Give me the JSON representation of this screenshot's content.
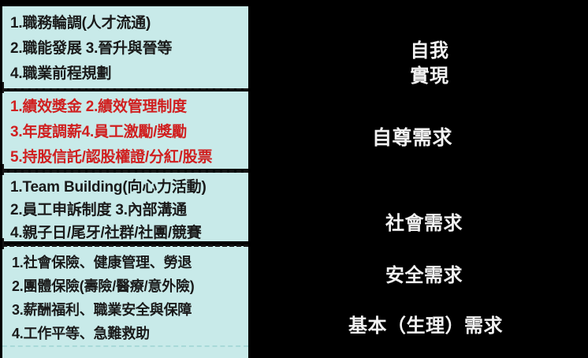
{
  "slide": {
    "background_color": "#000000",
    "panel_color": "#c8eae9",
    "text_color": "#1a1a1a",
    "highlight_color": "#d01f1f",
    "label_color": "#f2f2f2"
  },
  "left_panel": {
    "bands": [
      {
        "id": "self-actualization",
        "highlighted": false,
        "lines": [
          "1.職務輪調(人才流通)",
          "2.職能發展  3.晉升與晉等",
          "4.職業前程規劃"
        ]
      },
      {
        "id": "esteem",
        "highlighted": true,
        "lines": [
          "1.績效獎金  2.績效管理制度",
          "3.年度調薪4.員工激勵/獎勵",
          "5.持股信託/認股權證/分紅/股票"
        ]
      },
      {
        "id": "social",
        "highlighted": false,
        "lines": [
          "1.Team Building(向心力活動)",
          "2.員工申訴制度  3.內部溝通",
          "4.親子日/尾牙/社群/社團/競賽"
        ]
      },
      {
        "id": "safety-physiological",
        "highlighted": false,
        "lines": [
          "1.社會保險、健康管理、勞退",
          "2.團體保險(壽險/醫療/意外險)",
          "3.薪酬福利、職業安全與保障",
          "4.工作平等、急難救助"
        ]
      }
    ]
  },
  "right_column": {
    "labels": [
      {
        "id": "self-actualization",
        "text": "自我"
      },
      {
        "id": "self-actualization-2",
        "text": "實現"
      },
      {
        "id": "esteem",
        "text": "自尊需求"
      },
      {
        "id": "social",
        "text": "社會需求"
      },
      {
        "id": "safety",
        "text": "安全需求"
      },
      {
        "id": "physiological",
        "text": "基本（生理）需求"
      }
    ]
  }
}
